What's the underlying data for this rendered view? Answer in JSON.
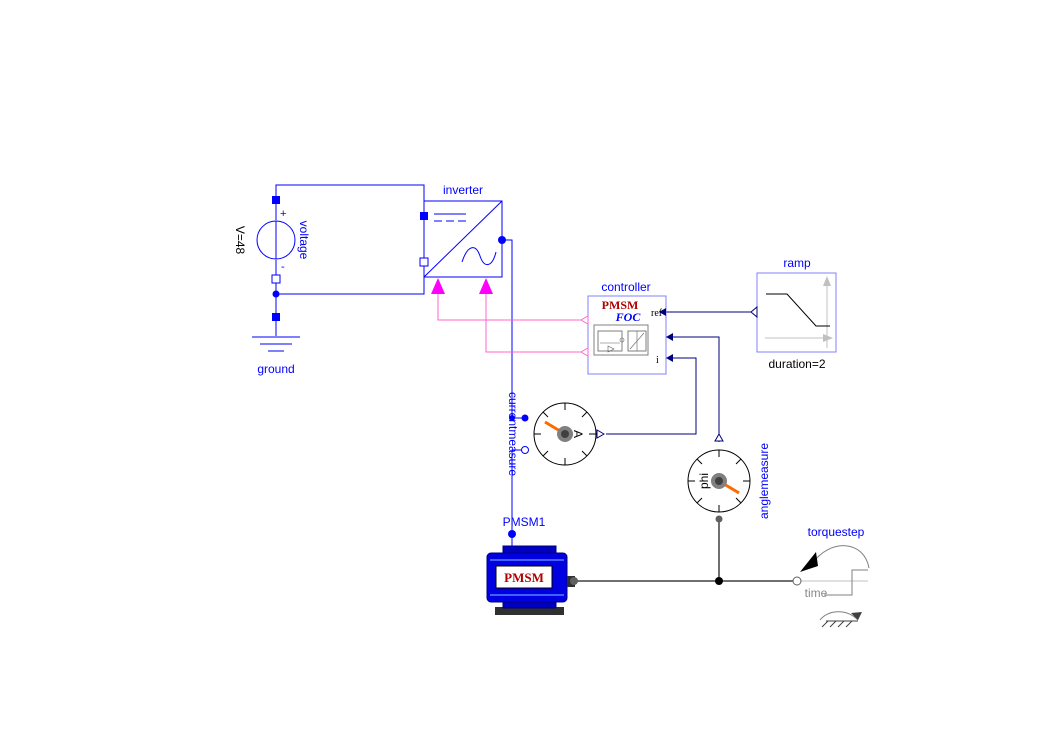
{
  "components": {
    "inverter": {
      "label": "inverter"
    },
    "voltage": {
      "label": "voltage",
      "param": "V=48",
      "plus": "+",
      "minus": "-"
    },
    "ground": {
      "label": "ground"
    },
    "controller": {
      "label": "controller",
      "title_line1": "PMSM",
      "title_line2": "FOC",
      "port_ref": "ref",
      "port_i": "i"
    },
    "ramp": {
      "label": "ramp",
      "param": "duration=2"
    },
    "currentmeasure": {
      "label": "currentmeasure",
      "symbol": "A"
    },
    "anglemeasure": {
      "label": "anglemeasure",
      "symbol": "phi"
    },
    "pmsm": {
      "label": "PMSM1",
      "badge": "PMSM"
    },
    "torquestep": {
      "label": "torquestep",
      "sub": "time"
    }
  },
  "colors": {
    "wire_electric": "#0000ff",
    "wire_signal": "#00007f",
    "wire_pwm": "#ff66cc",
    "wire_mech": "#404040",
    "pwm_arrow": "#ff00ff",
    "motor_body": "#0000e0",
    "motor_badge_text": "#b00000",
    "needle": "#ff6a00"
  }
}
